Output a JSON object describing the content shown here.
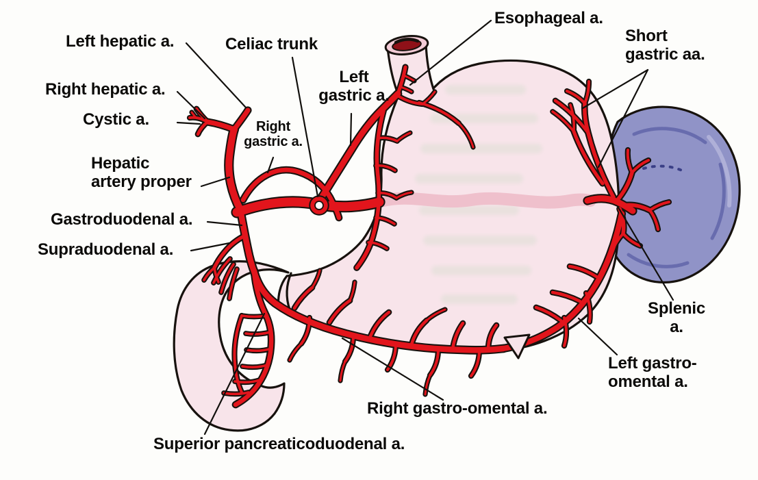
{
  "colors": {
    "background": "#fdfdfb",
    "outline": "#17120e",
    "artery_red": "#e2151c",
    "artery_deep": "#8f1118",
    "organ_pink": "#f8e4ea",
    "organ_pink_deep": "#f3cbd6",
    "ghost_band": "#efc0cc",
    "spleen_purple": "#9093c7",
    "spleen_shade": "#6165a9",
    "spleen_dark": "#3a3f86",
    "spleen_light": "#b6b8dc",
    "label_text": "#0b0a08",
    "leader_line": "#12100d",
    "bleedthrough_green": "#c8dcc2"
  },
  "labels": {
    "esophageal": "Esophageal a.",
    "short_gastric": "Short\ngastric aa.",
    "left_hepatic": "Left hepatic a.",
    "celiac_trunk": "Celiac trunk",
    "left_gastric": "Left\ngastric a.",
    "right_hepatic": "Right hepatic a.",
    "cystic": "Cystic a.",
    "right_gastric": "Right\ngastric a.",
    "hepatic_artery_proper": "Hepatic\nartery proper",
    "gastroduodenal": "Gastroduodenal a.",
    "supraduodenal": "Supraduodenal a.",
    "splenic": "Splenic\na.",
    "left_gastro_omental": "Left gastro-\nomental a.",
    "right_gastro_omental": "Right gastro-omental a.",
    "superior_pancreaticoduodenal": "Superior pancreaticoduodenal a."
  }
}
